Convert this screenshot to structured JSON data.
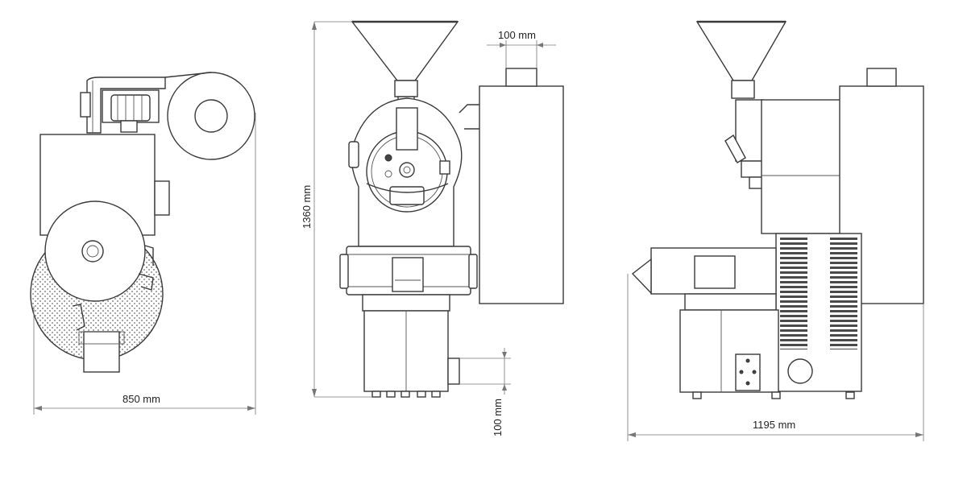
{
  "dimensions": {
    "top_view_width": "850 mm",
    "front_view_height": "1360 mm",
    "exhaust_top_width": "100 mm",
    "exhaust_side_height": "100 mm",
    "side_view_width": "1195 mm"
  },
  "colors": {
    "line": "#3a3a3a",
    "dimension_line": "#777777",
    "background": "#ffffff"
  }
}
